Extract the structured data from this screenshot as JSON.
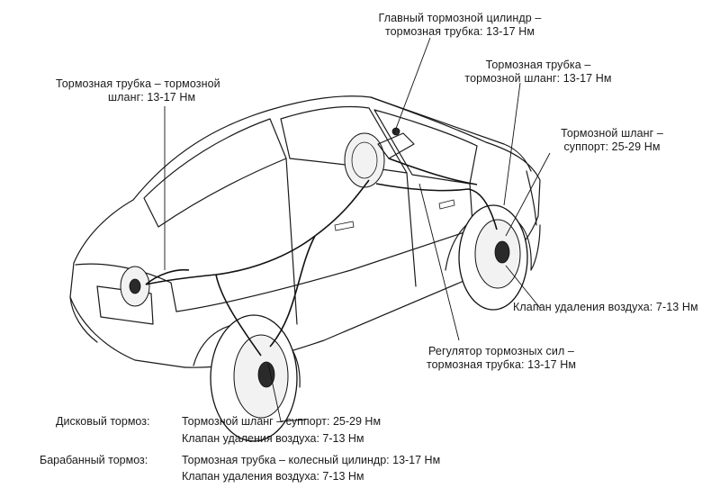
{
  "callouts": {
    "master_cylinder": {
      "line1": "Главный тормозной цилиндр –",
      "line2": "тормозная трубка: 13-17 Нм"
    },
    "pipe_hose_front": {
      "line1": "Тормозная трубка –",
      "line2": "тормозной шланг: 13-17 Нм"
    },
    "hose_caliper": {
      "line1": "Тормозной шланг –",
      "line2": "суппорт: 25-29 Нм"
    },
    "bleeder_front": {
      "line1": "Клапан удаления воздуха: 7-13 Нм"
    },
    "proportioning_valve": {
      "line1": "Регулятор тормозных сил –",
      "line2": "тормозная трубка: 13-17 Нм"
    },
    "pipe_hose_rear": {
      "line1": "Тормозная трубка – тормозной",
      "line2": "шланг: 13-17 Нм"
    }
  },
  "legend": {
    "disc": {
      "title": "Дисковый тормоз:",
      "line1": "Тормозной шланг – суппорт: 25-29 Нм",
      "line2": "Клапан удаления воздуха: 7-13 Нм"
    },
    "drum": {
      "title": "Барабанный тормоз:",
      "line1": "Тормозная трубка – колесный цилиндр: 13-17 Нм",
      "line2": "Клапан удаления воздуха: 7-13 Нм"
    }
  }
}
